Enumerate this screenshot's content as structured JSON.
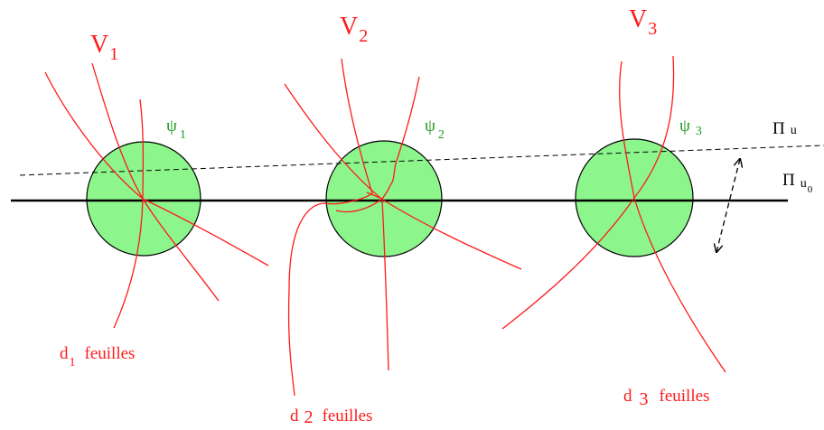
{
  "colors": {
    "leaf": "#ff1a1a",
    "disc_fill": "#8cf58c",
    "psi_label": "#1f9a1f",
    "line": "#000000"
  },
  "varieties": [
    {
      "letter": "V",
      "index": "1"
    },
    {
      "letter": "V",
      "index": "2"
    },
    {
      "letter": "V",
      "index": "3"
    }
  ],
  "discs": [
    {
      "symbol": "ψ",
      "index": "1"
    },
    {
      "symbol": "ψ",
      "index": "2"
    },
    {
      "symbol": "ψ",
      "index": "3"
    }
  ],
  "leaf_counts": [
    {
      "d": "d",
      "index": "1",
      "word": "feuilles"
    },
    {
      "d": "d",
      "index": "2",
      "word": "feuilles"
    },
    {
      "d": "d",
      "index": "3",
      "word": "feuilles"
    }
  ],
  "planes": {
    "moving": {
      "symbol": "Π",
      "sub": "u"
    },
    "base": {
      "symbol": "Π",
      "sub": "u",
      "subsub": "0"
    }
  }
}
